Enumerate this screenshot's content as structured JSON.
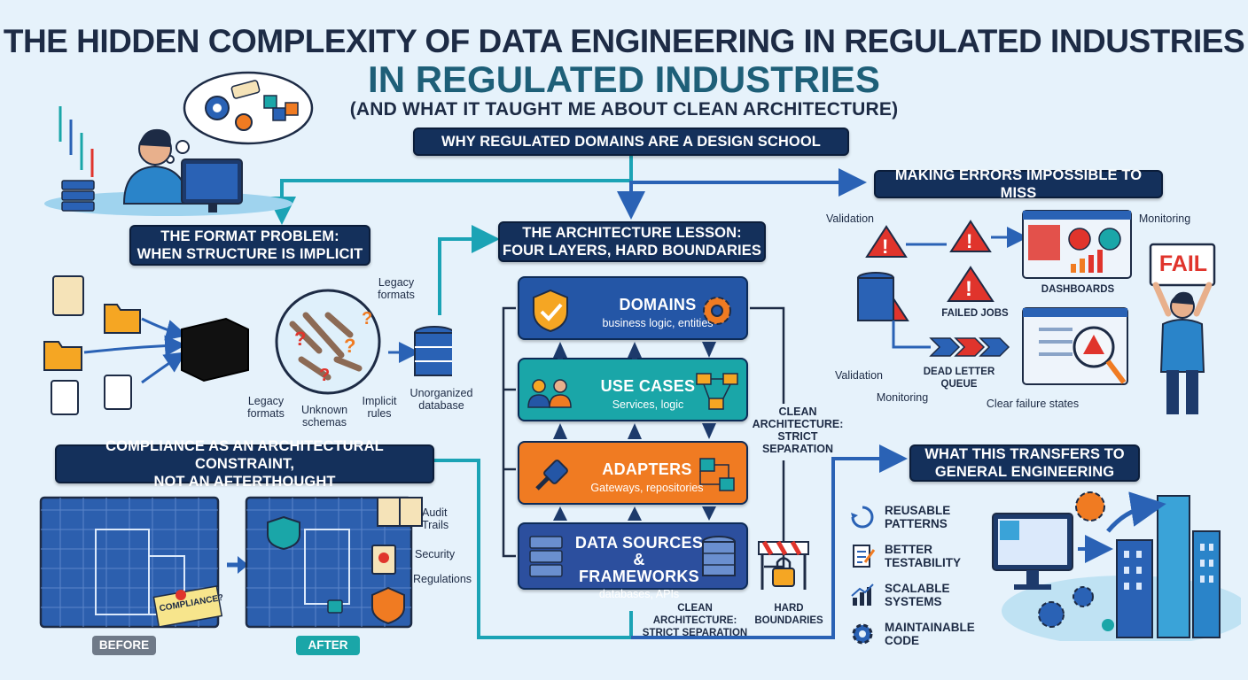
{
  "header": {
    "line1": "THE HIDDEN COMPLEXITY OF DATA ENGINEERING IN REGULATED INDUSTRIES",
    "line2": "IN REGULATED INDUSTRIES",
    "line3": "(AND WHAT IT TAUGHT ME ABOUT CLEAN ARCHITECTURE)"
  },
  "why": {
    "title": "WHY REGULATED DOMAINS ARE A DESIGN SCHOOL"
  },
  "format": {
    "title_line1": "THE FORMAT PROBLEM:",
    "title_line2": "WHEN STRUCTURE IS IMPLICIT",
    "legacy_top": "Legacy formats",
    "legacy_bottom": "Legacy formats",
    "unknown": "Unknown schemas",
    "implicit": "Implicit rules",
    "database": "Unorganized database"
  },
  "architecture": {
    "title_line1": "THE ARCHITECTURE LESSON:",
    "title_line2": "FOUR LAYERS, HARD BOUNDARIES",
    "layers": [
      {
        "title": "DOMAINS",
        "subtitle": "business logic, entities"
      },
      {
        "title": "USE CASES",
        "subtitle": "Services, logic"
      },
      {
        "title": "ADAPTERS",
        "subtitle": "Gateways, repositories"
      },
      {
        "title_line1": "DATA SOURCES",
        "title_line2": "& FRAMEWORKS",
        "subtitle": "databases, APIs"
      }
    ],
    "side_label_1": "CLEAN",
    "side_label_2": "ARCHITECTURE:",
    "side_label_3": "STRICT",
    "side_label_4": "SEPARATION",
    "bottom_label_1": "CLEAN ARCHITECTURE:",
    "bottom_label_2": "STRICT SEPARATION",
    "hard_1": "HARD",
    "hard_2": "BOUNDARIES"
  },
  "errors": {
    "title": "MAKING ERRORS IMPOSSIBLE TO MISS",
    "validation_top": "Validation",
    "monitoring_top": "Monitoring",
    "dashboards": "DASHBOARDS",
    "failed_jobs": "FAILED JOBS",
    "fail_sign": "FAIL",
    "validation_bottom": "Validation",
    "dlq_1": "DEAD LETTER",
    "dlq_2": "QUEUE",
    "monitoring_bottom": "Monitoring",
    "clear_failure": "Clear failure states"
  },
  "compliance": {
    "title_line1": "COMPLIANCE AS AN ARCHITECTURAL CONSTRAINT,",
    "title_line2": "NOT AN AFTERTHOUGHT",
    "sticky": "COMPLIANCE?",
    "audit_1": "Audit",
    "audit_2": "Trails",
    "security": "Security",
    "regulations": "Regulations",
    "before": "BEFORE",
    "after": "AFTER"
  },
  "transfers": {
    "title_line1": "WHAT THIS TRANSFERS TO",
    "title_line2": "GENERAL ENGINEERING",
    "items": [
      {
        "line1": "REUSABLE",
        "line2": "PATTERNS",
        "icon": "recycle-icon"
      },
      {
        "line1": "BETTER",
        "line2": "TESTABILITY",
        "icon": "checklist-icon"
      },
      {
        "line1": "SCALABLE",
        "line2": "SYSTEMS",
        "icon": "chart-icon"
      },
      {
        "line1": "MAINTAINABLE",
        "line2": "CODE",
        "icon": "gear-icon"
      }
    ]
  },
  "colors": {
    "navy": "#14305b",
    "domains": "#2456a6",
    "use_cases": "#1aa6a8",
    "adapters": "#f07b22",
    "data_sources": "#2c4f9e",
    "warning_red": "#e0342c",
    "connector_teal": "#1ba3b5"
  }
}
